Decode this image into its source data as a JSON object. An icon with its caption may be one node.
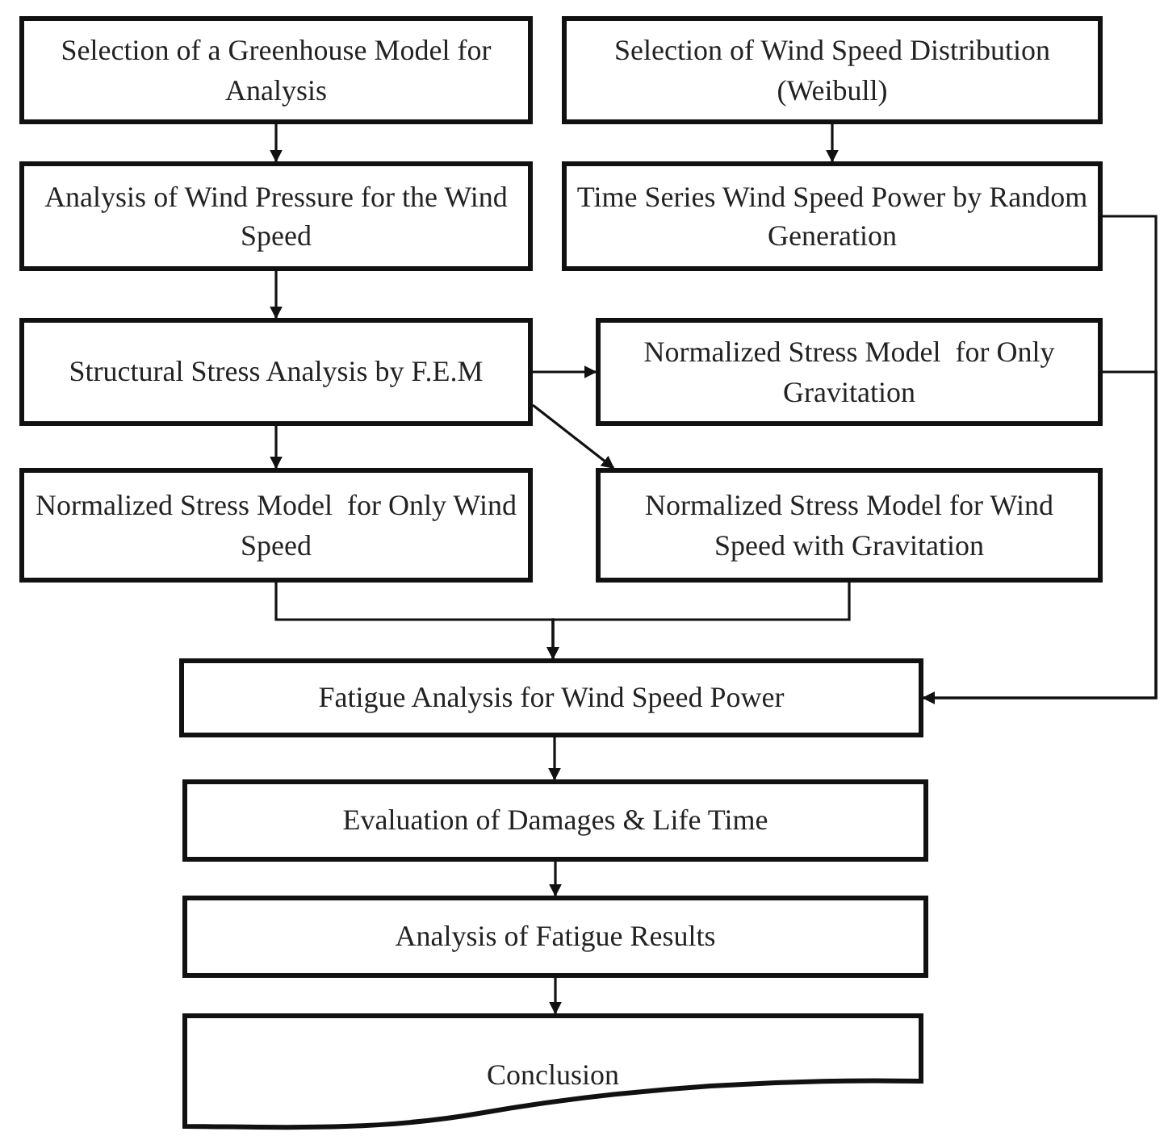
{
  "diagram": {
    "nodes": [
      {
        "text": [
          "Selection of a Greenhouse Model for Analysis"
        ]
      },
      {
        "text": [
          "Selection of Wind Speed Distribution (Weibull)"
        ]
      },
      {
        "text": [
          "Analysis of Wind Pressure for the Wind Speed"
        ]
      },
      {
        "text": [
          "Time Series Wind Speed Power by Random Generation"
        ]
      },
      {
        "text": [
          "Structural Stress Analysis by F.E.M"
        ]
      },
      {
        "text": [
          "Normalized Stress Model  for Only Gravitation"
        ]
      },
      {
        "text": [
          "Normalized Stress Model  for Only Wind Speed"
        ]
      },
      {
        "text": [
          "Normalized Stress Model for Wind Speed with Gravitation"
        ]
      },
      {
        "text": [
          "Fatigue Analysis for Wind Speed Power"
        ]
      },
      {
        "text": [
          "Evaluation of Damages & Life Time"
        ]
      },
      {
        "text": [
          "Analysis of Fatigue Results"
        ]
      },
      {
        "text": [
          "Conclusion"
        ]
      }
    ],
    "edges": [
      {
        "from": 0,
        "to": 2,
        "arrow": "to"
      },
      {
        "from": 1,
        "to": 3,
        "arrow": "to"
      },
      {
        "from": 2,
        "to": 4,
        "arrow": "to"
      },
      {
        "from": 4,
        "to": 5,
        "arrow": "to"
      },
      {
        "from": 4,
        "to": 7,
        "arrow": "to"
      },
      {
        "from": 4,
        "to": 6,
        "arrow": "to"
      },
      {
        "from": 6,
        "to": 8,
        "arrow": "to"
      },
      {
        "from": 7,
        "to": 8,
        "arrow": "to"
      },
      {
        "from": 3,
        "to": 8,
        "arrow": "to"
      },
      {
        "from": 5,
        "to": 8,
        "arrow": "to"
      },
      {
        "from": 8,
        "to": 9,
        "arrow": "to"
      },
      {
        "from": 9,
        "to": 10,
        "arrow": "to"
      },
      {
        "from": 10,
        "to": 11,
        "arrow": "to"
      }
    ]
  }
}
